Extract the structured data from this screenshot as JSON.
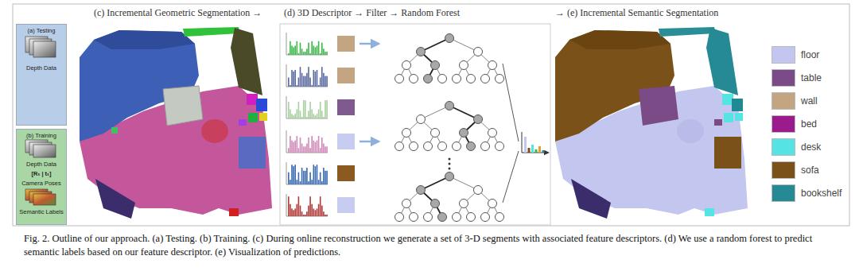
{
  "diagram": {
    "caption": "Fig. 2. Outline of our approach. (a) Testing. (b) Training. (c) During online reconstruction we generate a set of 3-D segments with associated feature descriptors. (d) We use a random forest to predict semantic labels based on our feature descriptor. (e) Visualization of predictions.",
    "nodes": [
      {
        "text": [
          "(a) Testing",
          "Depth Data"
        ]
      },
      {
        "text": [
          "(b) Training",
          "Depth Data",
          "[Rₜ | tₜ]",
          "Camera Poses",
          "Semantic Labels"
        ]
      }
    ],
    "labels": [
      "(c) Incremental Geometric Segmentation →",
      "(d) 3D Descriptor → Filter → Random Forest",
      "→ (e) Incremental Semantic Segmentation"
    ],
    "legend": [
      {
        "text": "floor",
        "color": "#c3c6ef"
      },
      {
        "text": "table",
        "color": "#7b4b88"
      },
      {
        "text": "wall",
        "color": "#c4a582"
      },
      {
        "text": "bed",
        "color": "#9b1a8c"
      },
      {
        "text": "desk",
        "color": "#55e3e3"
      },
      {
        "text": "sofa",
        "color": "#7a5219"
      },
      {
        "text": "bookshelf",
        "color": "#268a94"
      }
    ]
  }
}
